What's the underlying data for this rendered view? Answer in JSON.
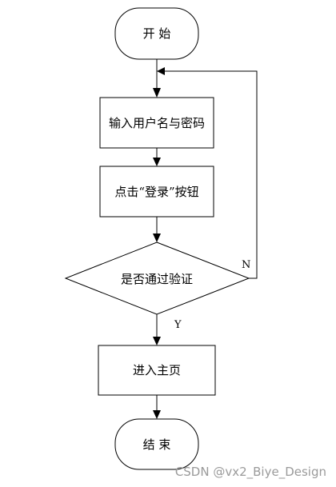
{
  "nodes": {
    "start": {
      "label": "开 始"
    },
    "input_credentials": {
      "label": "输入用户名与密码"
    },
    "click_login": {
      "label": "点击“登录”按钮"
    },
    "verify_decision": {
      "label": "是否通过验证"
    },
    "enter_homepage": {
      "label": "进入主页"
    },
    "end": {
      "label": "结 束"
    }
  },
  "edges": {
    "no_label": "N",
    "yes_label": "Y"
  },
  "watermark": "CSDN @vx2_Biye_Design",
  "colors": {
    "stroke": "#000000",
    "background": "#ffffff",
    "watermark": "#9a9a9a"
  }
}
